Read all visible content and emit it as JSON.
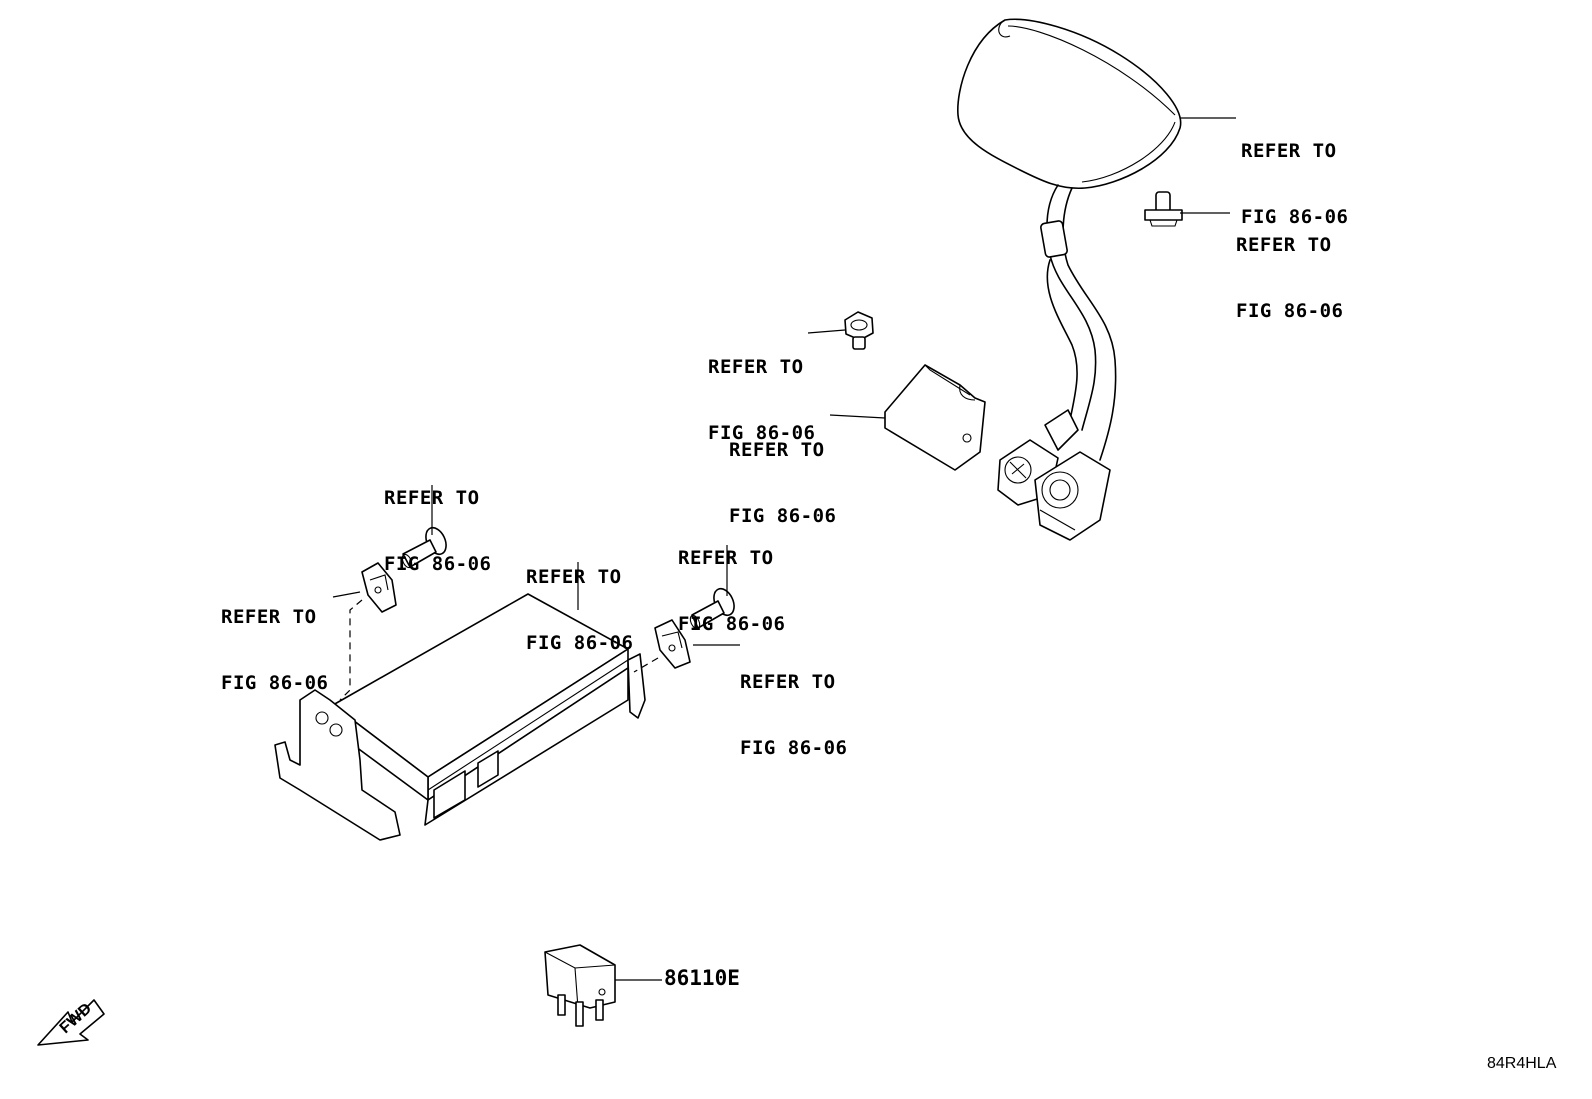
{
  "diagram": {
    "callouts": [
      {
        "id": "mirror",
        "line1": "REFER TO",
        "line2": "FIG 86-06"
      },
      {
        "id": "screw-top-right",
        "line1": "REFER TO",
        "line2": "FIG 86-06"
      },
      {
        "id": "bolt-mid",
        "line1": "REFER TO",
        "line2": "FIG 86-06"
      },
      {
        "id": "bracket-mid",
        "line1": "REFER TO",
        "line2": "FIG 86-06"
      },
      {
        "id": "bolt-left",
        "line1": "REFER TO",
        "line2": "FIG 86-06"
      },
      {
        "id": "clip-left",
        "line1": "REFER TO",
        "line2": "FIG 86-06"
      },
      {
        "id": "control-unit",
        "line1": "REFER TO",
        "line2": "FIG 86-06"
      },
      {
        "id": "bolt-right",
        "line1": "REFER TO",
        "line2": "FIG 86-06"
      },
      {
        "id": "clip-right",
        "line1": "REFER TO",
        "line2": "FIG 86-06"
      }
    ],
    "relay_part_number": "86110E",
    "direction_label": "FWD",
    "figure_code": "84R4HLA"
  }
}
